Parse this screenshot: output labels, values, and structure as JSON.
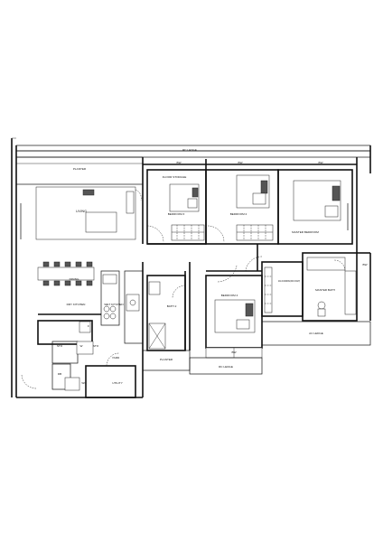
{
  "labels": {
    "rc_ledge_top": "RC LEDGE",
    "planter_top": "PLANTER",
    "bw_bed3": "BW",
    "bw_bed2": "BW",
    "bw_master": "BW",
    "floor_storage": "FLOOR STORAGE",
    "living": "LIVING",
    "bedroom3": "BEDROOM 3",
    "bedroom2": "BEDROOM 2",
    "master_bedroom": "MASTER BEDROOM",
    "bw_right": "BW",
    "walk_in_wardrobe": "WALK-IN WARDROBE (OPEN CONCEPT)",
    "master_bath": "MASTER BATH",
    "dining": "DINING",
    "dry_kitchen": "DRY KITCHEN",
    "wet_kitchen": "WET KITCHEN",
    "bath2": "BATH 2",
    "bedroom4": "BEDROOM 4",
    "ac_ledge": "AC LEDGE",
    "fridge": "F",
    "sto_left": "STO",
    "washer": "W",
    "sto_right": "STO",
    "db": "DB",
    "yard": "YARD",
    "planter_bottom": "PLANTER",
    "bw_bottom": "BW",
    "rc_ledge_bottom": "RC LEDGE",
    "wc": "WC",
    "utility": "UTILITY"
  }
}
